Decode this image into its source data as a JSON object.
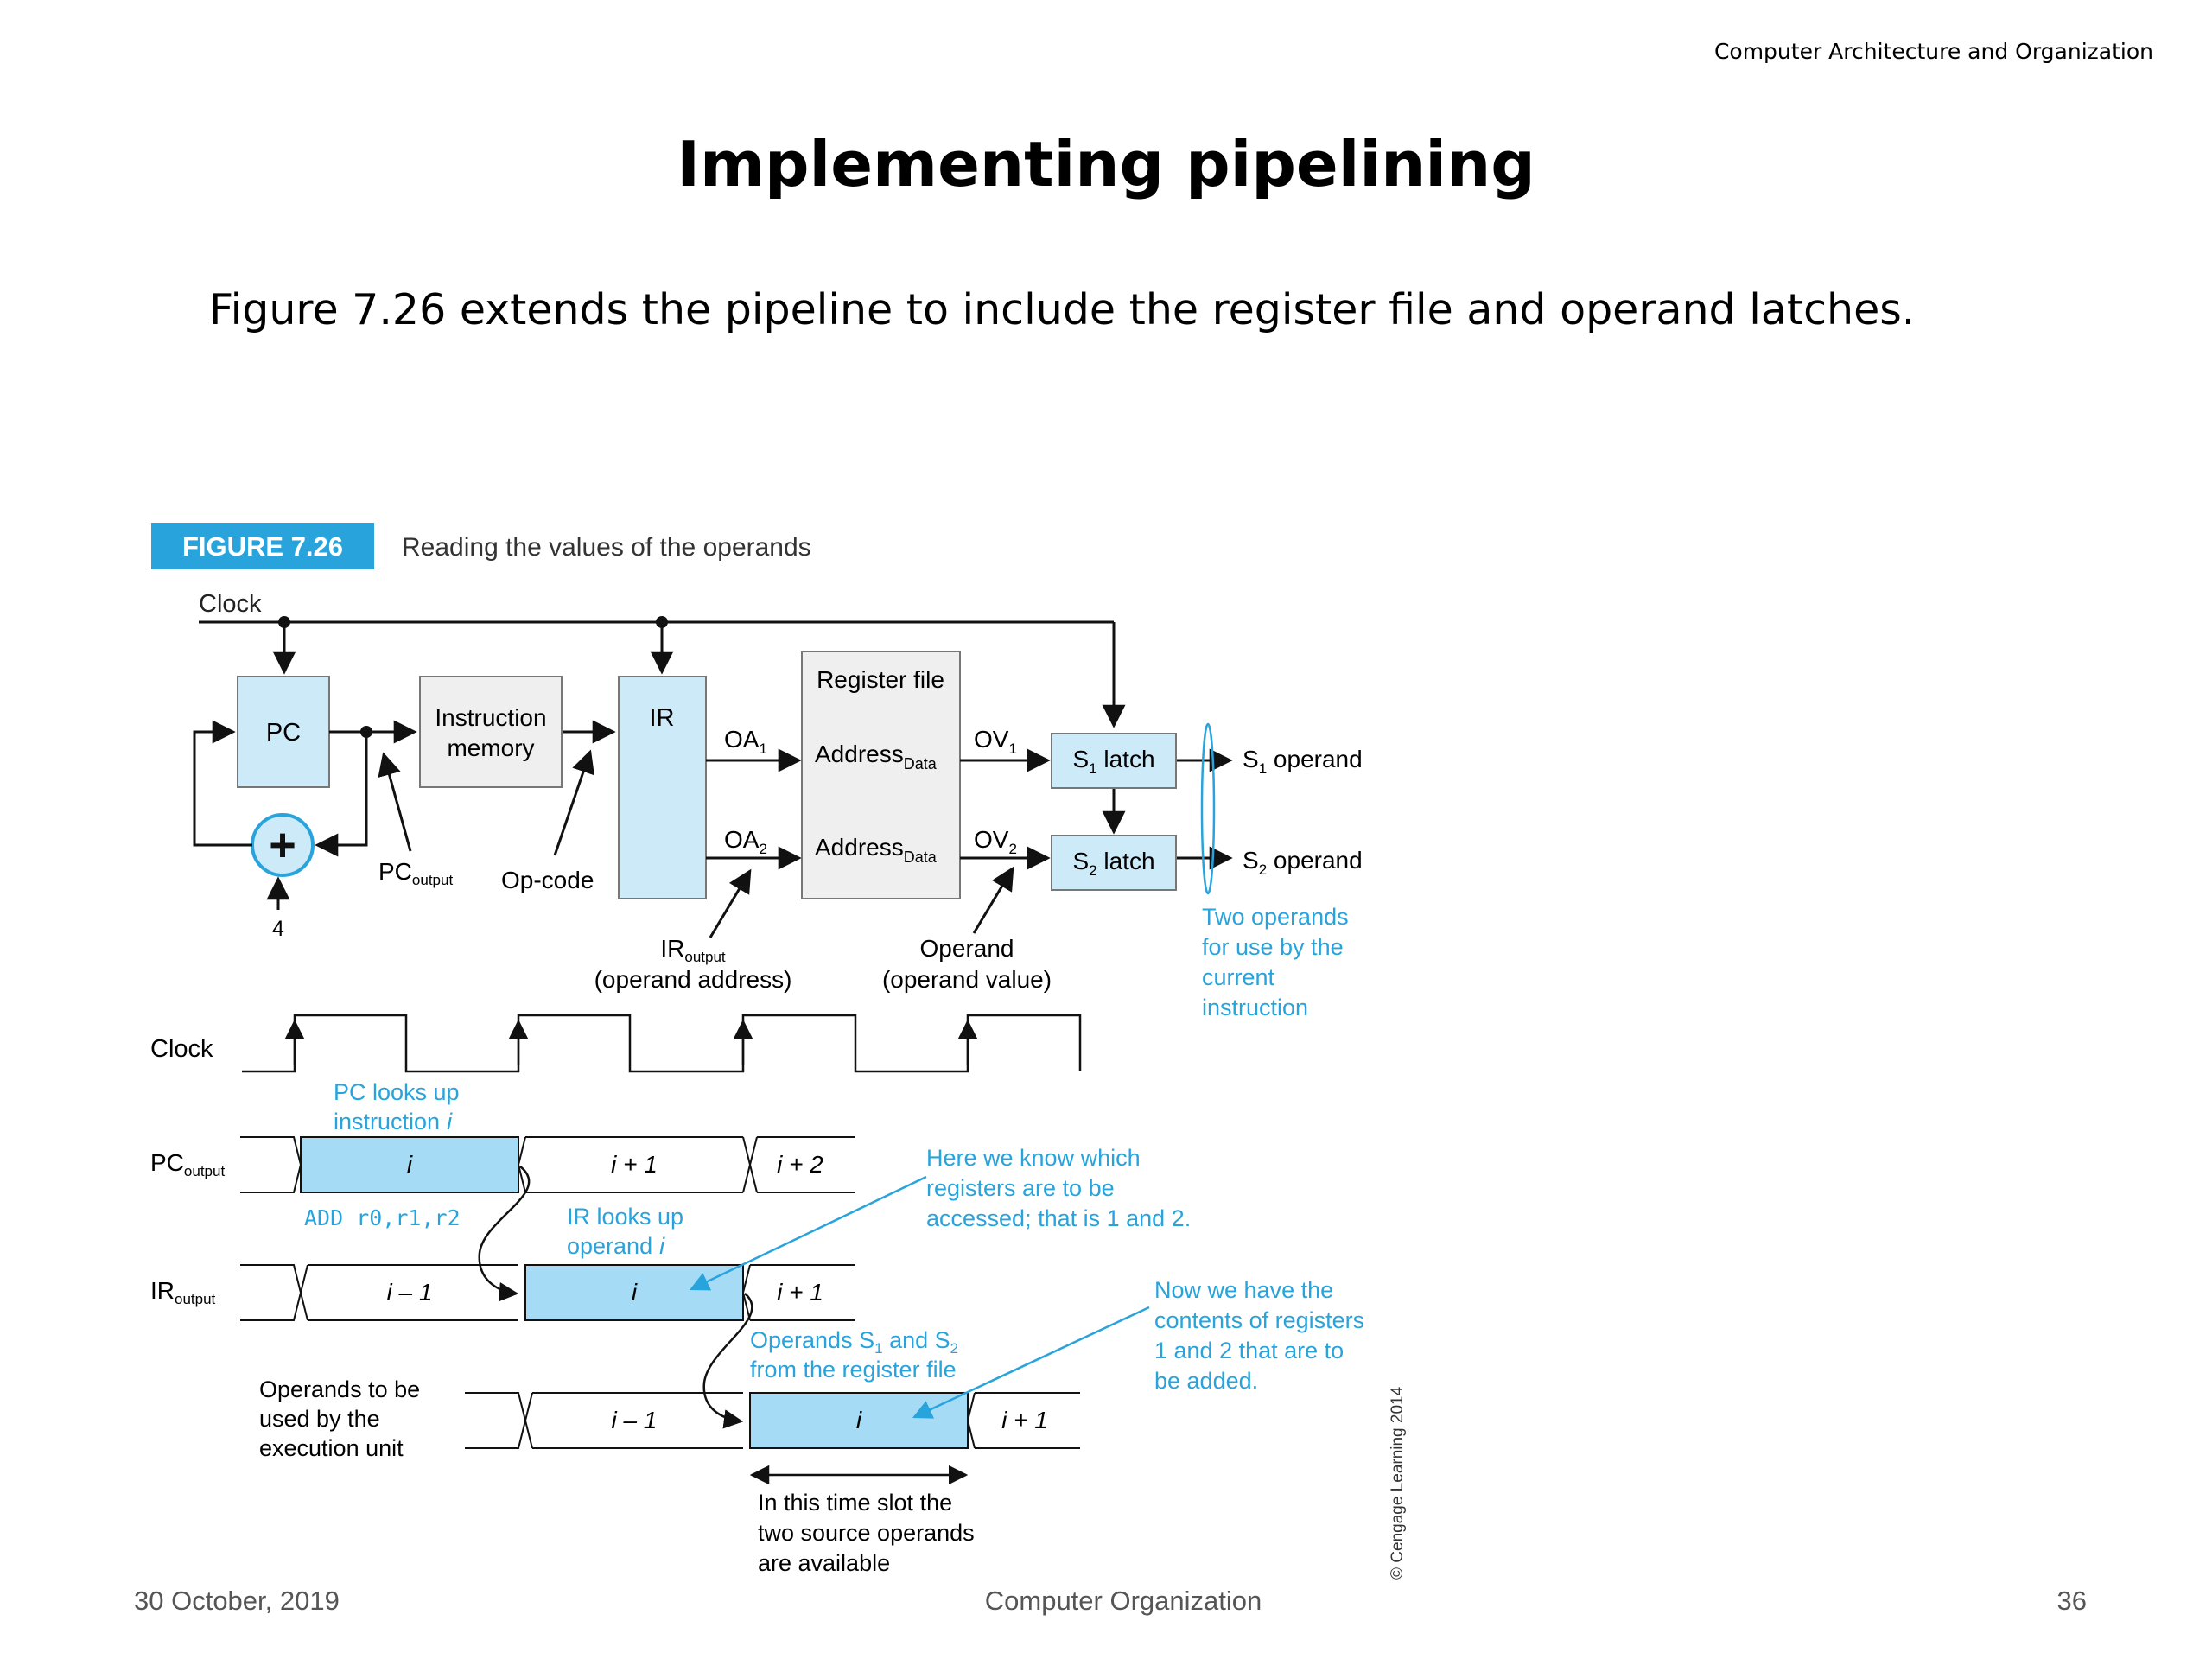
{
  "header": {
    "course": "Computer Architecture and Organization"
  },
  "slide": {
    "title": "Implementing pipelining",
    "body": "Figure 7.26 extends the pipeline to include the register file and operand latches."
  },
  "figure": {
    "tag": "FIGURE 7.26",
    "caption": "Reading the values of the operands",
    "clock": "Clock",
    "pc": "PC",
    "plus": "+",
    "four": "4",
    "instr_mem_1": "Instruction",
    "instr_mem_2": "memory",
    "ir": "IR",
    "regfile": "Register file",
    "oa1_main": "OA",
    "oa1_sub": "1",
    "oa2_main": "OA",
    "oa2_sub": "2",
    "addr_main": "Address",
    "addr_sub": "Data",
    "ov1_main": "OV",
    "ov1_sub": "1",
    "ov2_main": "OV",
    "ov2_sub": "2",
    "s1_main": "S",
    "s1_sub": "1",
    "s1_rest": " latch",
    "s2_main": "S",
    "s2_sub": "2",
    "s2_rest": " latch",
    "s1op_rest": " operand",
    "s2op_rest": " operand",
    "pcout_main": "PC",
    "pcout_sub": "output",
    "opcode": "Op-code",
    "irout_main": "IR",
    "irout_sub": "output",
    "irout_2": "(operand address)",
    "operand_1": "Operand",
    "operand_2": "(operand value)",
    "two_ops": [
      "Two operands",
      "for use by the",
      "current",
      "instruction"
    ]
  },
  "timing": {
    "clock": "Clock",
    "pc_row_main": "PC",
    "pc_row_sub": "output",
    "ir_row_main": "IR",
    "ir_row_sub": "output",
    "ops_row": [
      "Operands to be",
      "used by the",
      "execution unit"
    ],
    "pc_slots": [
      "i",
      "i + 1",
      "i + 2"
    ],
    "ir_slots": [
      "i – 1",
      "i",
      "i + 1"
    ],
    "op_slots": [
      "i – 1",
      "i",
      "i + 1"
    ],
    "pc_lookup": [
      "PC looks up",
      "instruction"
    ],
    "pc_lookup_i": "i",
    "add_instr": "ADD r0,r1,r2",
    "ir_lookup": [
      "IR looks up",
      "operand"
    ],
    "ir_lookup_i": "i",
    "here_know": [
      "Here we know which",
      "registers are to be",
      "accessed; that is 1 and 2."
    ],
    "operands_s1s2_a": "Operands S",
    "operands_s1s2_b": "1",
    "operands_s1s2_c": " and S",
    "operands_s1s2_d": "2",
    "from_regfile": "from the register file",
    "now_have": [
      "Now we have the",
      "contents of registers",
      "1 and 2 that are to",
      "be added."
    ],
    "time_slot": [
      "In this time slot the",
      "two source operands",
      "are available"
    ],
    "copyright": "© Cengage Learning 2014"
  },
  "footer": {
    "date": "30 October, 2019",
    "center": "Computer Organization",
    "page": "36"
  },
  "colors": {
    "accent": "#29a3dc",
    "box_blue": "#cdeaf8",
    "box_gray": "#efefef"
  }
}
